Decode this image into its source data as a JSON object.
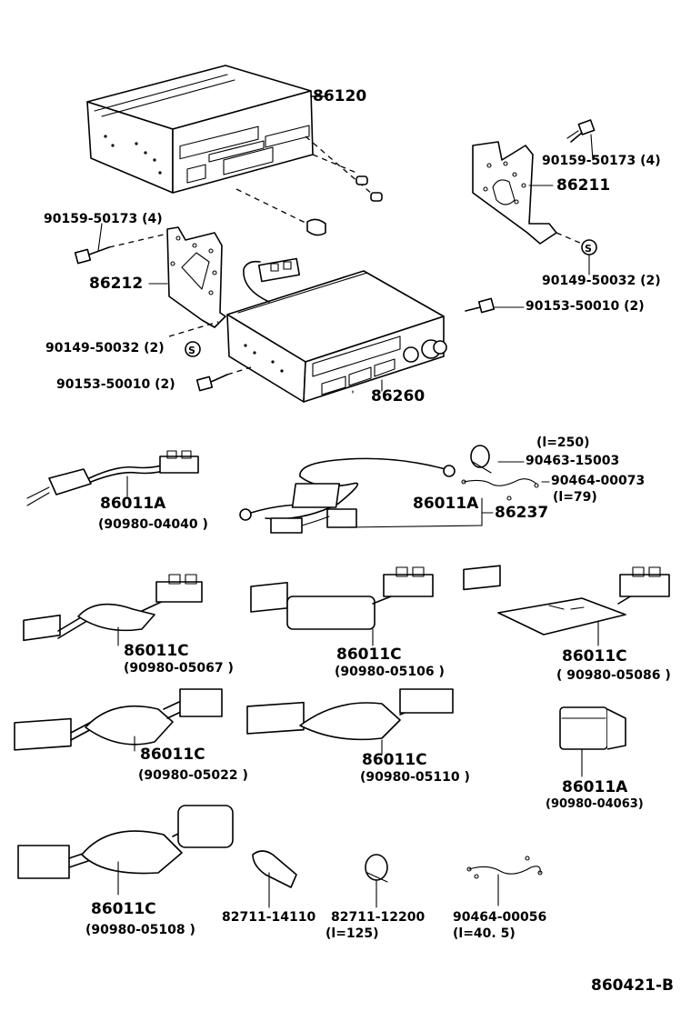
{
  "diagram_id": "860421-B",
  "labels": {
    "l86120": "86120",
    "l86211": "86211",
    "l86212": "86212",
    "l86260": "86260",
    "l9015950173a": "90159-50173 (4)",
    "l9015950173b": "90159-50173 (4)",
    "l9014950032a": "90149-50032 (2)",
    "l9014950032b": "90149-50032 (2)",
    "l9015350010a": "90153-50010 (2)",
    "l9015350010b": "90153-50010 (2)",
    "l86011A_1": "86011A",
    "l9098004040": "(90980-04040 )",
    "l_l250": "(l=250)",
    "l9046315003": "90463-15003",
    "l9046400073": "90464-00073",
    "l_l79": "(l=79)",
    "l86011A_2": "86011A",
    "l86237": "86237",
    "l86011C_1": "86011C",
    "l9098005067": "(90980-05067 )",
    "l86011C_2": "86011C",
    "l9098005106": "(90980-05106 )",
    "l86011C_3": "86011C",
    "l9098005086": "( 90980-05086 )",
    "l86011C_4": "86011C",
    "l9098005022": "(90980-05022 )",
    "l86011C_5": "86011C",
    "l9098005110": "(90980-05110 )",
    "l86011A_3": "86011A",
    "l9098004063": "(90980-04063)",
    "l86011C_6": "86011C",
    "l9098005108": "(90980-05108 )",
    "l8271114110": "82711-14110",
    "l8271112200": "82711-12200",
    "l_l125": "(l=125)",
    "l9046400056": "90464-00056",
    "l_l405": "(l=40. 5)"
  },
  "icons": [
    "screw-icon",
    "washer-s-icon",
    "connector-icon",
    "clamp-icon",
    "wire-icon"
  ]
}
